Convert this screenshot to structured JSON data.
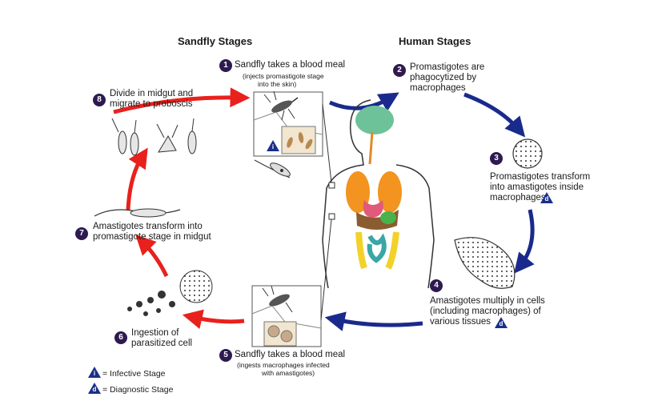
{
  "headers": {
    "sandfly": "Sandfly Stages",
    "human": "Human Stages"
  },
  "stages": [
    {
      "number": "1",
      "label": "Sandfly takes a blood meal",
      "sub_line1": "(injects promastigote stage",
      "sub_line2": "into the skin)",
      "marker": "i"
    },
    {
      "number": "2",
      "label_line1": "Promastigotes are",
      "label_line2": "phagocytized by",
      "label_line3": "macrophages"
    },
    {
      "number": "3",
      "label_line1": "Promastigotes transform",
      "label_line2": "into amastigotes inside",
      "label_line3": "macrophages",
      "marker": "d"
    },
    {
      "number": "4",
      "label_line1": "Amastigotes multiply in cells",
      "label_line2": "(including macrophages) of",
      "label_line3": "various tissues",
      "marker": "d"
    },
    {
      "number": "5",
      "label": "Sandfly takes a blood meal",
      "sub_line1": "(ingests macrophages infected",
      "sub_line2": "with amastigotes)"
    },
    {
      "number": "6",
      "label_line1": "Ingestion of",
      "label_line2": "parasitized cell"
    },
    {
      "number": "7",
      "label_line1": "Amastigotes transform into",
      "label_line2": "promastigote stage in midgut"
    },
    {
      "number": "8",
      "label_line1": "Divide in midgut and",
      "label_line2": "migrate to proboscis"
    }
  ],
  "legend": {
    "infective_marker": "i",
    "infective": "= Infective Stage",
    "diagnostic_marker": "d",
    "diagnostic": "= Diagnostic Stage"
  },
  "colors": {
    "sandfly_arrows": "#e8211d",
    "human_arrows": "#1a2a8c",
    "number_badge": "#2e1a4f",
    "marker_triangle": "#1a2f8a"
  }
}
